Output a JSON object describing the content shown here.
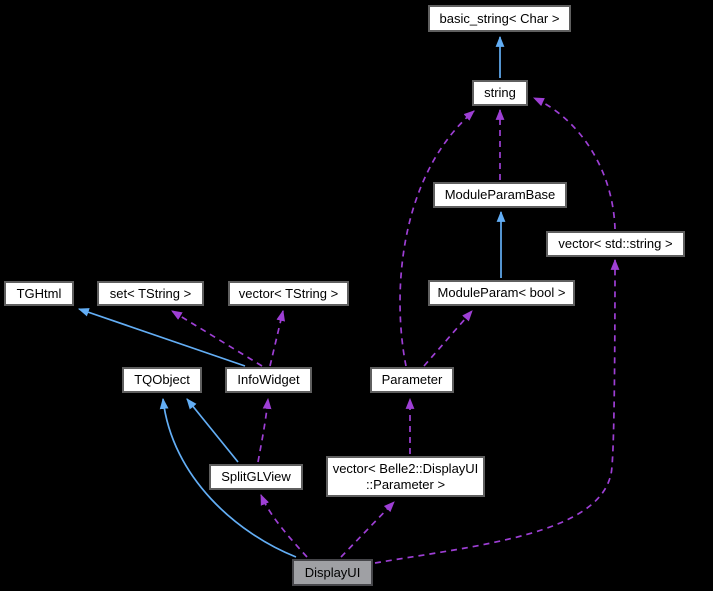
{
  "diagram": {
    "kind": "collaboration-graph",
    "background_color": "#000000",
    "edge_colors": {
      "inheritance": "#63aef5",
      "usage": "#9e3fd5"
    },
    "node_style": {
      "fill": "#ffffff",
      "border": "#5f5f5f",
      "text": "#000000",
      "current_fill": "#9fa0a4",
      "current_border": "#46464a"
    },
    "nodes": [
      {
        "id": "basic_string",
        "label": "basic_string< Char >",
        "kind": "class"
      },
      {
        "id": "string",
        "label": "string",
        "kind": "class"
      },
      {
        "id": "module_param_base",
        "label": "ModuleParamBase",
        "kind": "class"
      },
      {
        "id": "vector_std_string",
        "label": "vector< std::string >",
        "kind": "class"
      },
      {
        "id": "module_param_bool",
        "label": "ModuleParam< bool >",
        "kind": "class"
      },
      {
        "id": "tghtml",
        "label": "TGHtml",
        "kind": "class"
      },
      {
        "id": "set_tstring",
        "label": "set< TString >",
        "kind": "class"
      },
      {
        "id": "vector_tstring",
        "label": "vector< TString >",
        "kind": "class"
      },
      {
        "id": "tqobject",
        "label": "TQObject",
        "kind": "class"
      },
      {
        "id": "infowidget",
        "label": "InfoWidget",
        "kind": "class"
      },
      {
        "id": "parameter",
        "label": "Parameter",
        "kind": "class"
      },
      {
        "id": "splitglview",
        "label": "SplitGLView",
        "kind": "class"
      },
      {
        "id": "vector_belle2_param",
        "label": "vector< Belle2::DisplayUI\n::Parameter >",
        "kind": "class"
      },
      {
        "id": "displayui",
        "label": "DisplayUI",
        "kind": "current"
      }
    ],
    "edges": [
      {
        "from": "string",
        "to": "basic_string",
        "relation": "inheritance"
      },
      {
        "from": "module_param_bool",
        "to": "module_param_base",
        "relation": "inheritance"
      },
      {
        "from": "infowidget",
        "to": "tghtml",
        "relation": "inheritance"
      },
      {
        "from": "splitglview",
        "to": "tqobject",
        "relation": "inheritance"
      },
      {
        "from": "displayui",
        "to": "tqobject",
        "relation": "inheritance"
      },
      {
        "from": "module_param_base",
        "to": "string",
        "relation": "usage"
      },
      {
        "from": "parameter",
        "to": "string",
        "relation": "usage"
      },
      {
        "from": "vector_std_string",
        "to": "string",
        "relation": "usage"
      },
      {
        "from": "parameter",
        "to": "module_param_bool",
        "relation": "usage"
      },
      {
        "from": "infowidget",
        "to": "set_tstring",
        "relation": "usage"
      },
      {
        "from": "infowidget",
        "to": "vector_tstring",
        "relation": "usage"
      },
      {
        "from": "splitglview",
        "to": "infowidget",
        "relation": "usage"
      },
      {
        "from": "displayui",
        "to": "splitglview",
        "relation": "usage"
      },
      {
        "from": "vector_belle2_param",
        "to": "parameter",
        "relation": "usage"
      },
      {
        "from": "displayui",
        "to": "vector_belle2_param",
        "relation": "usage"
      },
      {
        "from": "displayui",
        "to": "vector_std_string",
        "relation": "usage"
      }
    ]
  }
}
